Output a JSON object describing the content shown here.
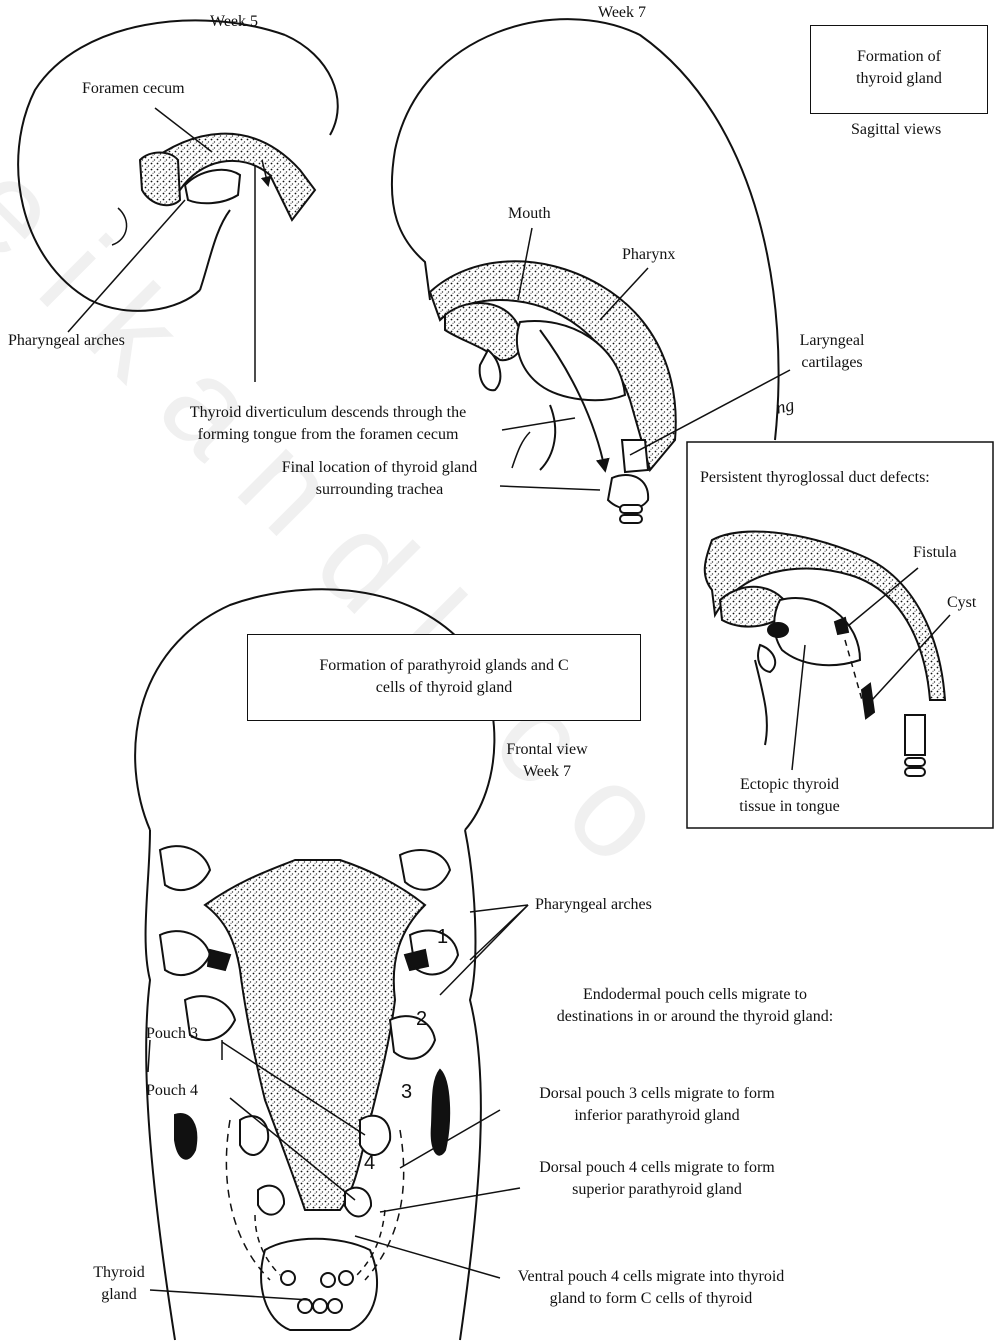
{
  "sagittal": {
    "week5_label": "Week 5",
    "week7_label": "Week 7",
    "title_box": {
      "line1": "Formation of",
      "line2": "thyroid gland"
    },
    "views_label": "Sagittal views",
    "foramen_cecum": "Foramen cecum",
    "pharyngeal_arches": "Pharyngeal arches",
    "mouth": "Mouth",
    "pharynx": "Pharynx",
    "laryngeal": {
      "line1": "Laryngeal",
      "line2": "cartilages"
    },
    "diverticulum": {
      "line1": "Thyroid diverticulum descends through the",
      "line2": "forming tongue from the foramen cecum"
    },
    "final_location": {
      "line1": "Final location of thyroid gland",
      "line2": "surrounding trachea"
    },
    "signature": "ng"
  },
  "defects": {
    "title": "Persistent thyroglossal duct defects:",
    "fistula": "Fistula",
    "cyst": "Cyst",
    "ectopic": {
      "line1": "Ectopic thyroid",
      "line2": "tissue in tongue"
    }
  },
  "frontal": {
    "title_box": {
      "line1": "Formation of parathyroid glands and C",
      "line2": "cells of thyroid gland"
    },
    "view_label": {
      "line1": "Frontal view",
      "line2": "Week 7"
    },
    "pharyngeal_arches": "Pharyngeal arches",
    "arch_numbers": [
      "1",
      "2",
      "3",
      "4"
    ],
    "pouch3": "Pouch 3",
    "pouch4": "Pouch 4",
    "thyroid_gland": {
      "line1": "Thyroid",
      "line2": "gland"
    },
    "endodermal": {
      "line1": "Endodermal pouch cells migrate to",
      "line2": "destinations in or around the thyroid gland:"
    },
    "dorsal3": {
      "line1": "Dorsal pouch 3 cells migrate to form",
      "line2": "inferior parathyroid gland"
    },
    "dorsal4": {
      "line1": "Dorsal pouch 4 cells migrate to form",
      "line2": "superior parathyroid gland"
    },
    "ventral4": {
      "line1": "Ventral pouch 4 cells migrate into thyroid",
      "line2": "gland to form C cells of thyroid"
    }
  },
  "watermark": "eikandl.co"
}
